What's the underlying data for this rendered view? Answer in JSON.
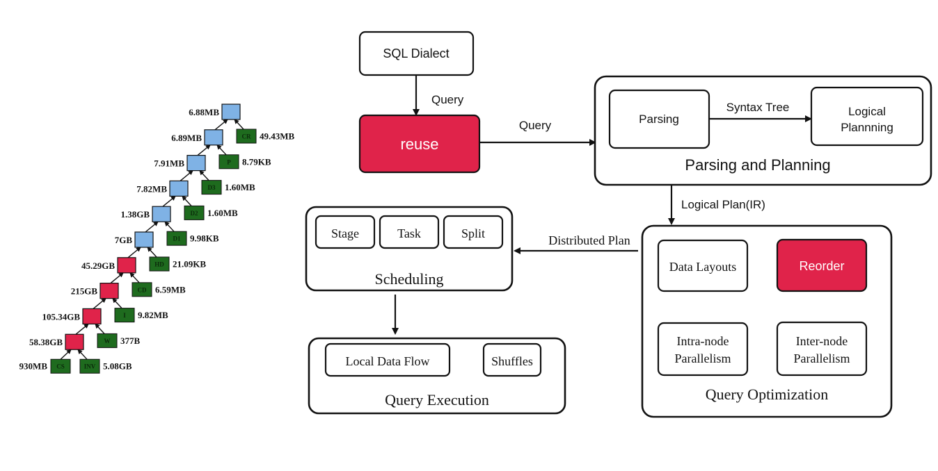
{
  "colors": {
    "accent_red": "#e0234a",
    "join_blue": "#7fb2e5",
    "leaf_green": "#1e6b1e",
    "join_red": "#e0234a"
  },
  "tree": {
    "joins": [
      {
        "size": "6.88MB",
        "color": "blue"
      },
      {
        "size": "6.89MB",
        "color": "blue"
      },
      {
        "size": "7.91MB",
        "color": "blue"
      },
      {
        "size": "7.82MB",
        "color": "blue"
      },
      {
        "size": "1.38GB",
        "color": "blue"
      },
      {
        "size": "7GB",
        "color": "blue"
      },
      {
        "size": "45.29GB",
        "color": "red"
      },
      {
        "size": "215GB",
        "color": "red"
      },
      {
        "size": "105.34GB",
        "color": "red"
      },
      {
        "size": "58.38GB",
        "color": "red"
      }
    ],
    "leaves": [
      {
        "name": "CR",
        "size": "49.43MB"
      },
      {
        "name": "P",
        "size": "8.79KB"
      },
      {
        "name": "D3",
        "size": "1.60MB"
      },
      {
        "name": "D2",
        "size": "1.60MB"
      },
      {
        "name": "D1",
        "size": "9.98KB"
      },
      {
        "name": "HD",
        "size": "21.09KB"
      },
      {
        "name": "CD",
        "size": "6.59MB"
      },
      {
        "name": "I",
        "size": "9.82MB"
      },
      {
        "name": "W",
        "size": "377B"
      },
      {
        "name": "INV",
        "size": "5.08GB"
      }
    ],
    "bottom_left_leaf": {
      "name": "CS",
      "size": "930MB"
    }
  },
  "flow": {
    "sql_dialect": "SQL Dialect",
    "reuse": "reuse",
    "query_label_1": "Query",
    "query_label_2": "Query",
    "parsing_planning": {
      "title": "Parsing and Planning",
      "parsing": "Parsing",
      "syntax_tree": "Syntax Tree",
      "logical_line1": "Logical",
      "logical_line2": "Plannning"
    },
    "logical_plan_label": "Logical Plan(IR)",
    "distributed_plan_label": "Distributed Plan",
    "scheduling": {
      "title": "Scheduling",
      "stage": "Stage",
      "task": "Task",
      "split": "Split"
    },
    "query_optimization": {
      "title": "Query Optimization",
      "data_layouts": "Data Layouts",
      "reorder": "Reorder",
      "intra_line1": "Intra-node",
      "intra_line2": "Parallelism",
      "inter_line1": "Inter-node",
      "inter_line2": "Parallelism"
    },
    "query_execution": {
      "title": "Query Execution",
      "local_data_flow": "Local Data Flow",
      "shuffles": "Shuffles"
    }
  }
}
